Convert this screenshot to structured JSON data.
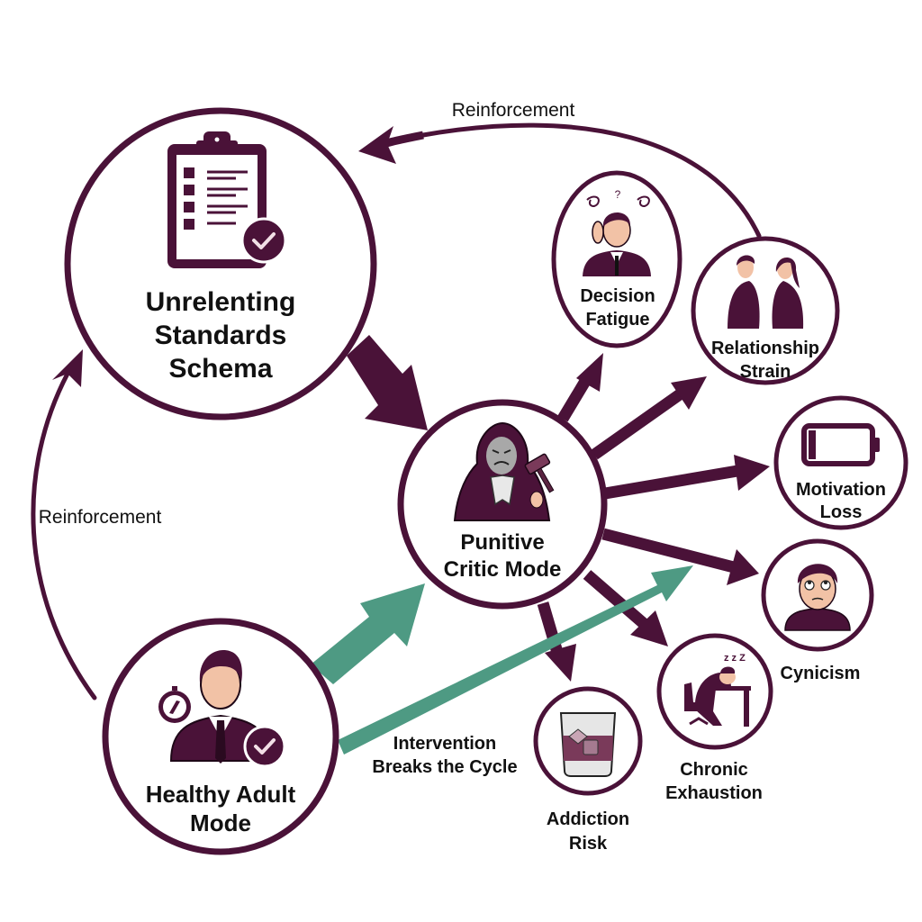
{
  "colors": {
    "primary": "#4a1238",
    "accent": "#4e9a83",
    "skin": "#f2c2a6",
    "text": "#111111",
    "background": "#ffffff"
  },
  "nodes": {
    "schema": {
      "line1": "Unrelenting",
      "line2": "Standards",
      "line3": "Schema",
      "icon": "clipboard-checklist-icon"
    },
    "critic": {
      "line1": "Punitive",
      "line2": "Critic Mode",
      "icon": "hooded-judge-gavel-icon"
    },
    "adult": {
      "line1": "Healthy Adult",
      "line2": "Mode",
      "icon": "businessman-compass-check-icon"
    }
  },
  "outcomes": [
    {
      "id": "decision",
      "line1": "Decision",
      "line2": "Fatigue",
      "icon": "confused-person-icon"
    },
    {
      "id": "relationship",
      "line1": "Relationship",
      "line2": "Strain",
      "icon": "couple-back-to-back-icon"
    },
    {
      "id": "motivation",
      "line1": "Motivation",
      "line2": "Loss",
      "icon": "low-battery-icon"
    },
    {
      "id": "cynicism",
      "line1": "Cynicism",
      "line2": "",
      "icon": "eye-roll-face-icon"
    },
    {
      "id": "exhaustion",
      "line1": "Chronic",
      "line2": "Exhaustion",
      "icon": "sleeping-at-desk-icon"
    },
    {
      "id": "addiction",
      "line1": "Addiction",
      "line2": "Risk",
      "icon": "whiskey-glass-icon"
    }
  ],
  "edges": {
    "reinforcement_top": "Reinforcement",
    "reinforcement_left": "Reinforcement",
    "intervention_line1": "Intervention",
    "intervention_line2": "Breaks the Cycle"
  }
}
